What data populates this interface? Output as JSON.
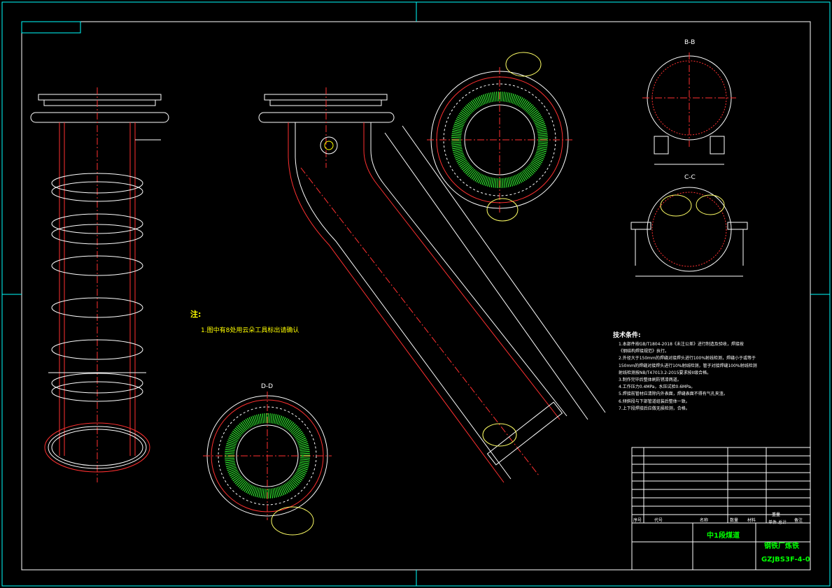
{
  "notes": {
    "title": "注:",
    "line1": "1.图中有8处用云朵工具标出请确认"
  },
  "technical": {
    "title": "技术条件:",
    "items": [
      "1.本部件按GB/T1804-2018《未注公差》进行制造及验收，焊接按",
      "《钢结构焊接规范》执行。",
      "2.外径大于150mm的焊缝对接焊头进行100%射线检测，焊缝小于或等于",
      "150mm的焊缝对接焊头进行10%射线检测，管子对接焊缝100%射线检测",
      "射线检测按NB/T47013.2-2015要求按II级合格。",
      "3.制作完毕后整体刷防锈漆两道。",
      "4.工作压力0.4MPa，水压试验0.6MPa。",
      "5.焊接前管材应清除内外表面，焊缝表面不得有气孔夹渣。",
      "6.倾斜段与下部管道组装后整体一致。",
      "7.上下段焊接后应做无损检测，合格。"
    ]
  },
  "section_labels": {
    "bb": "B-B",
    "cc": "C-C",
    "dd": "D-D"
  },
  "title_block": {
    "project": "中1段煤道",
    "unit": "钢铁厂炼铁",
    "drawing_no": "GZJBS3F-4-0",
    "header": [
      "序号",
      "代号",
      "名称",
      "数量",
      "材料",
      "单件",
      "总计",
      "备注"
    ],
    "weight_header": "重量"
  },
  "colors": {
    "background": "#000000",
    "frame": "#00ffff",
    "lines": "#ffffff",
    "pipe_red": "#ff3030",
    "refractory": "#33ff33",
    "cloud": "#ffff66",
    "text": "#ffffff"
  }
}
